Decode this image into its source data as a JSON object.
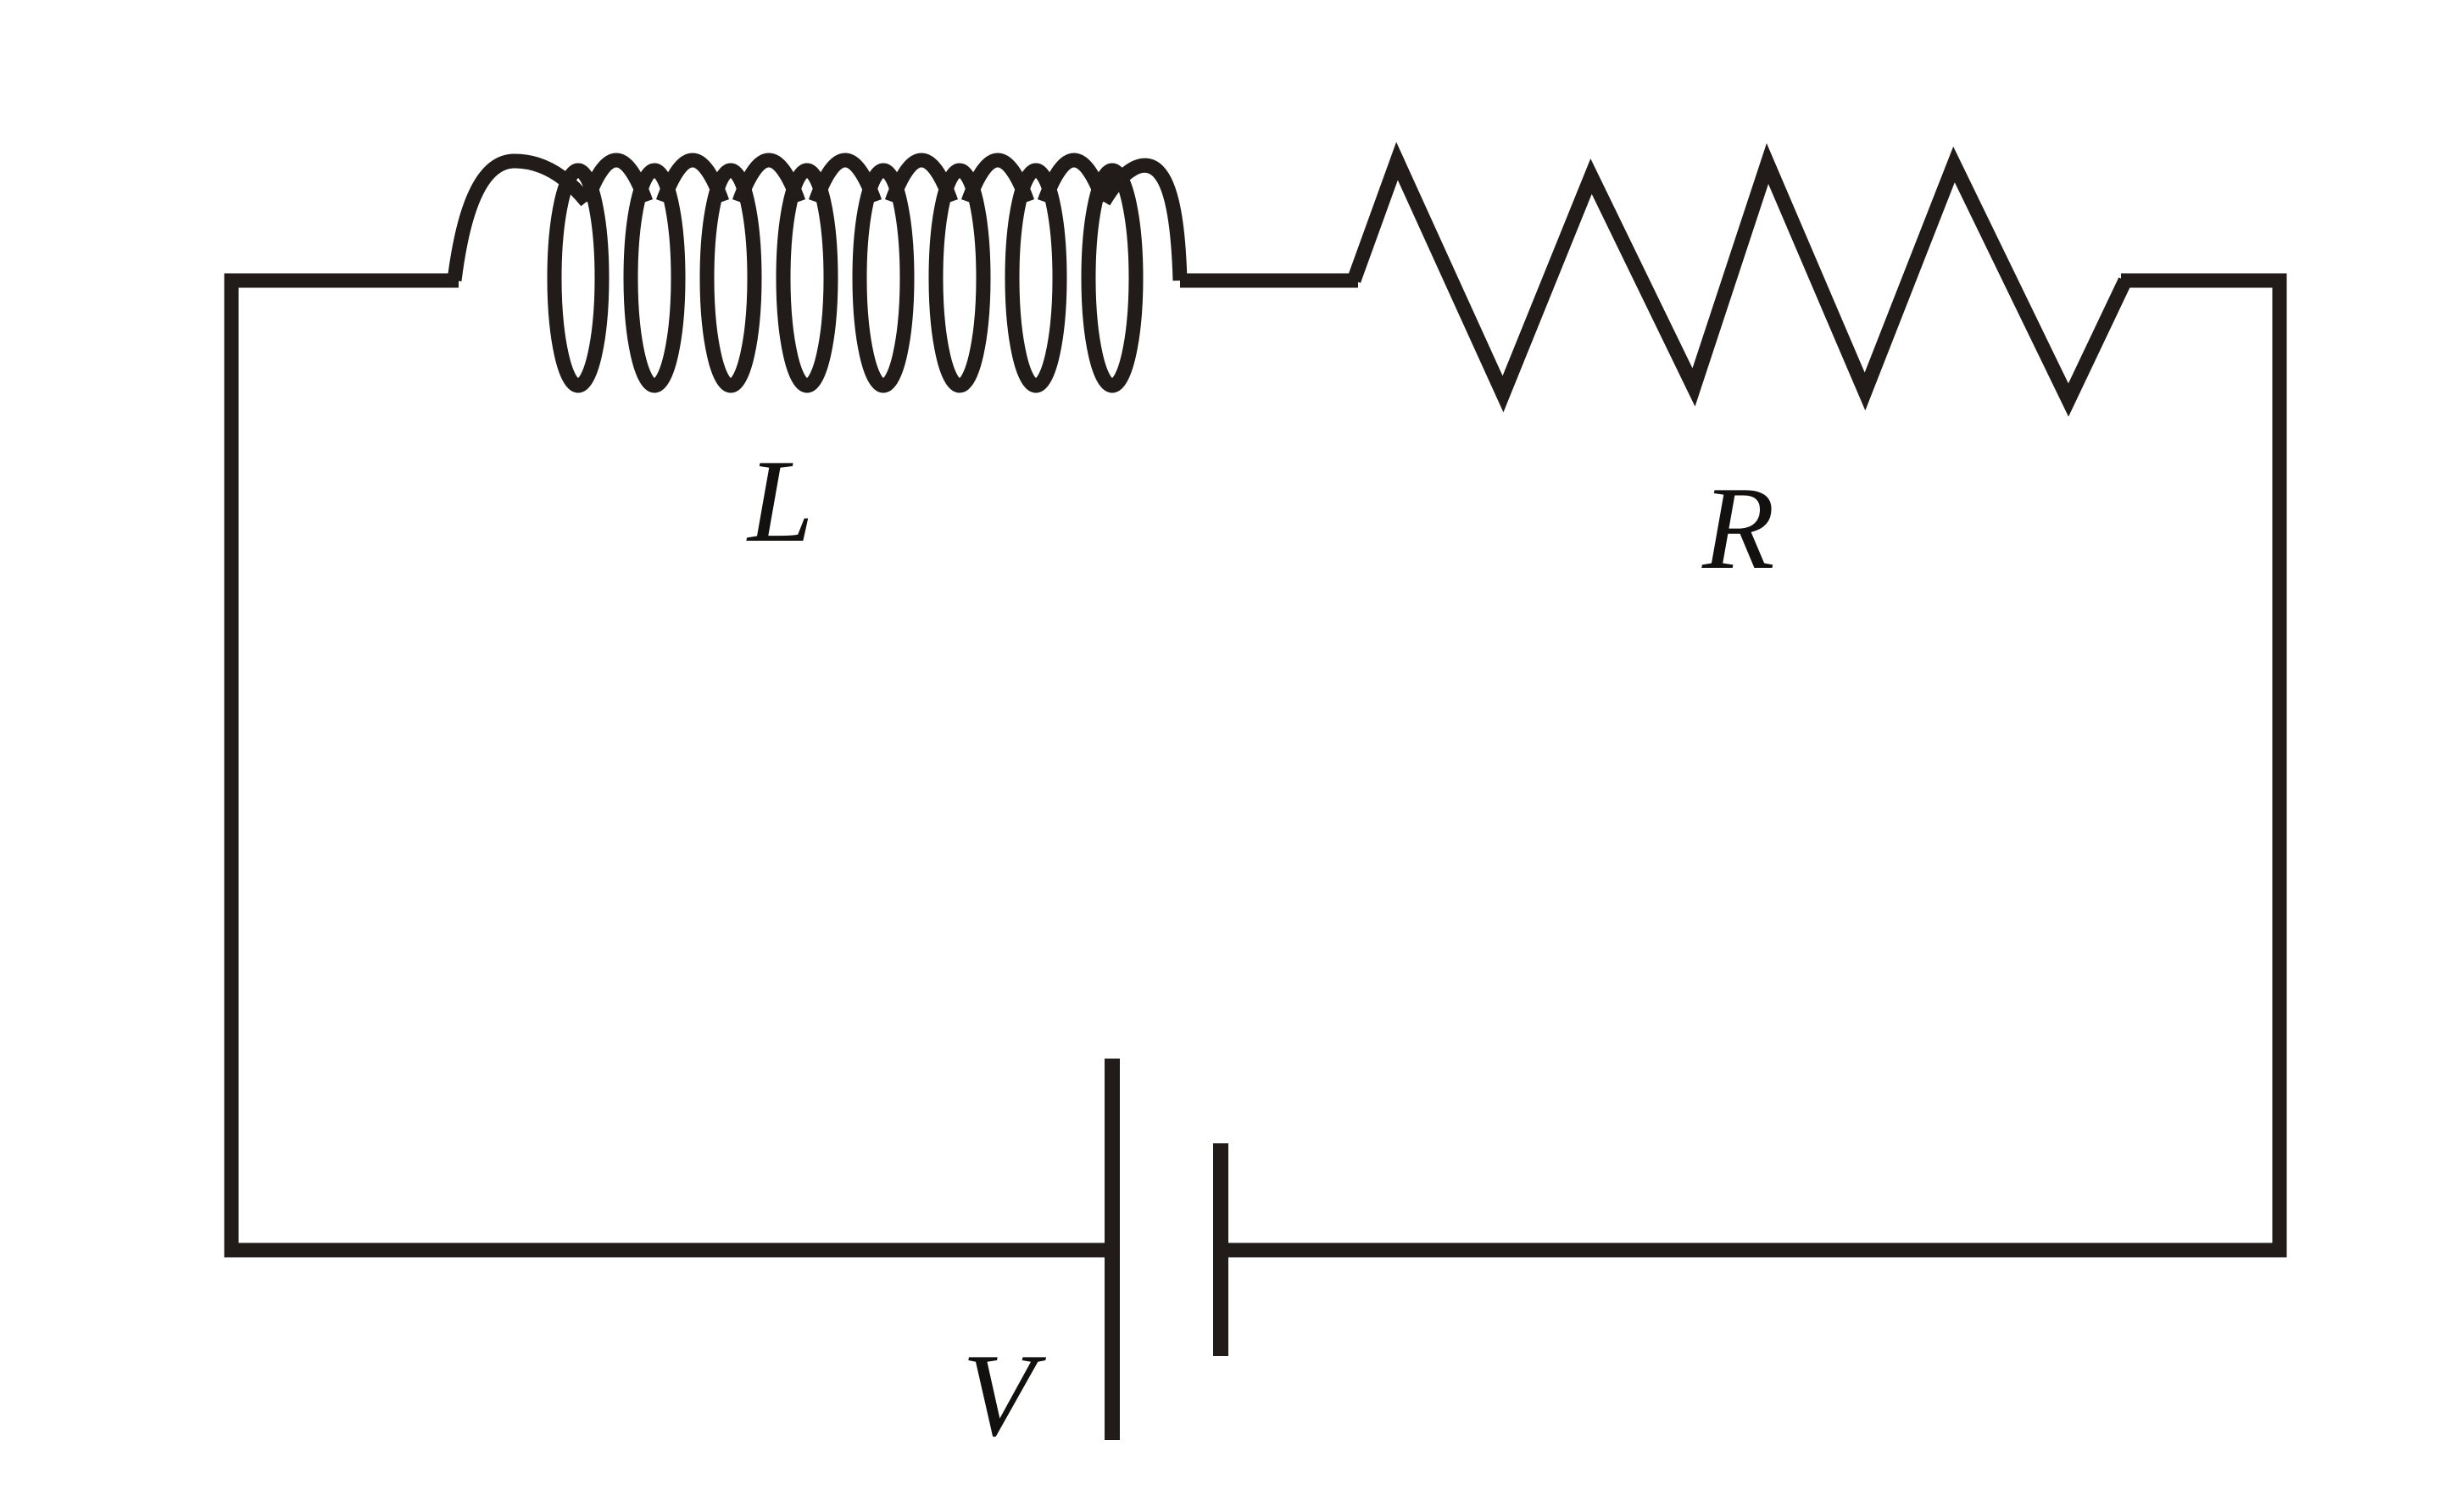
{
  "page": {
    "background": "#ffffff"
  },
  "diagram": {
    "type": "series RL circuit with battery",
    "stroke_color": "#211c19",
    "labels": {
      "inductor": "L",
      "resistor": "R",
      "battery": "V"
    },
    "components": [
      {
        "id": "inductor",
        "symbol": "coil",
        "label": "L",
        "position": "top-left"
      },
      {
        "id": "resistor",
        "symbol": "zigzag",
        "label": "R",
        "position": "top-right"
      },
      {
        "id": "battery",
        "symbol": "two-plate-cell",
        "label": "V",
        "position": "bottom-center"
      }
    ]
  }
}
